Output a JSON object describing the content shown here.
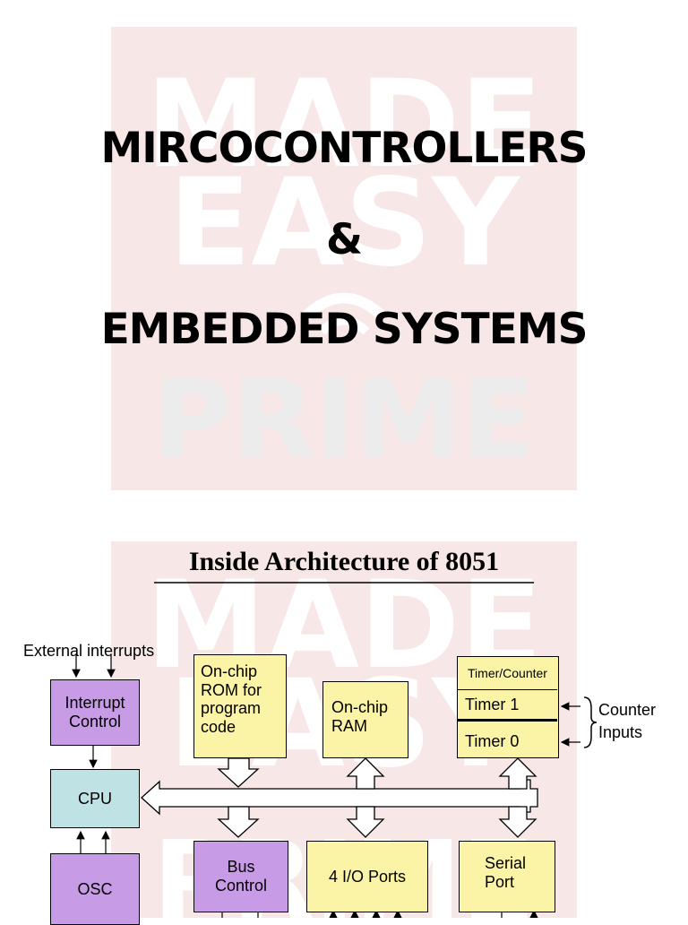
{
  "watermark": {
    "line1": "MADE",
    "line2": "EASY",
    "line3": "PRIME"
  },
  "title": {
    "line1": "MIRCOCONTROLLERS",
    "line2": "&",
    "line3": "EMBEDDED SYSTEMS"
  },
  "diagram": {
    "title": "Inside Architecture of 8051",
    "external_interrupts": "External interrupts",
    "interrupt_control": [
      "Interrupt",
      "Control"
    ],
    "cpu": "CPU",
    "osc": "OSC",
    "rom": [
      "On-chip",
      "ROM for",
      "program",
      "code"
    ],
    "ram": [
      "On-chip",
      "RAM"
    ],
    "timer_counter": "Timer/Counter",
    "timer1": "Timer 1",
    "timer0": "Timer 0",
    "counter_inputs": [
      "Counter",
      "Inputs"
    ],
    "bus_control": [
      "Bus",
      "Control"
    ],
    "io_ports": "4 I/O Ports",
    "serial_port": [
      "Serial",
      "Port"
    ]
  },
  "colors": {
    "purple": "#c79be6",
    "teal": "#bfe2e4",
    "yellow": "#fbf3a6",
    "watermark": "#f7e7e7"
  }
}
